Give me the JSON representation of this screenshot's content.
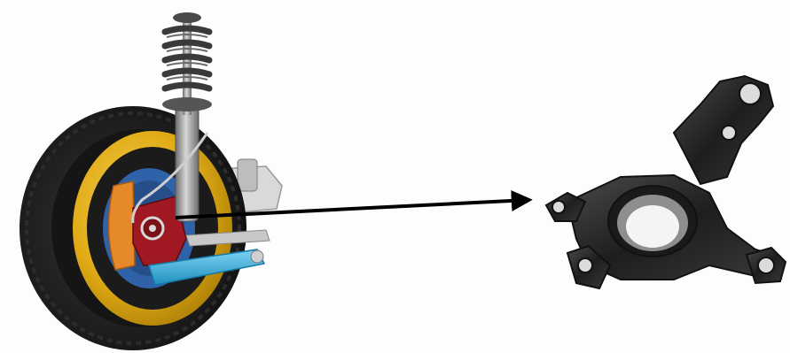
{
  "scene": {
    "background": "#fdfdfd",
    "left_figure": "wheel-suspension-assembly",
    "right_figure": "steering-knuckle-part",
    "pointer": "arrow-from-knuckle-to-part"
  },
  "colors": {
    "tire": "#1e1e1e",
    "rim": "#e2b21a",
    "brake_disc": "#2f62a8",
    "caliper": "#e6892a",
    "knuckle_highlight": "#a01822",
    "control_arm": "#3fb3e0",
    "spring": "#3a3a3a",
    "strut": "#9a9a9a",
    "knuckle_part": "#2a2a2a",
    "arrow": "#000000"
  }
}
